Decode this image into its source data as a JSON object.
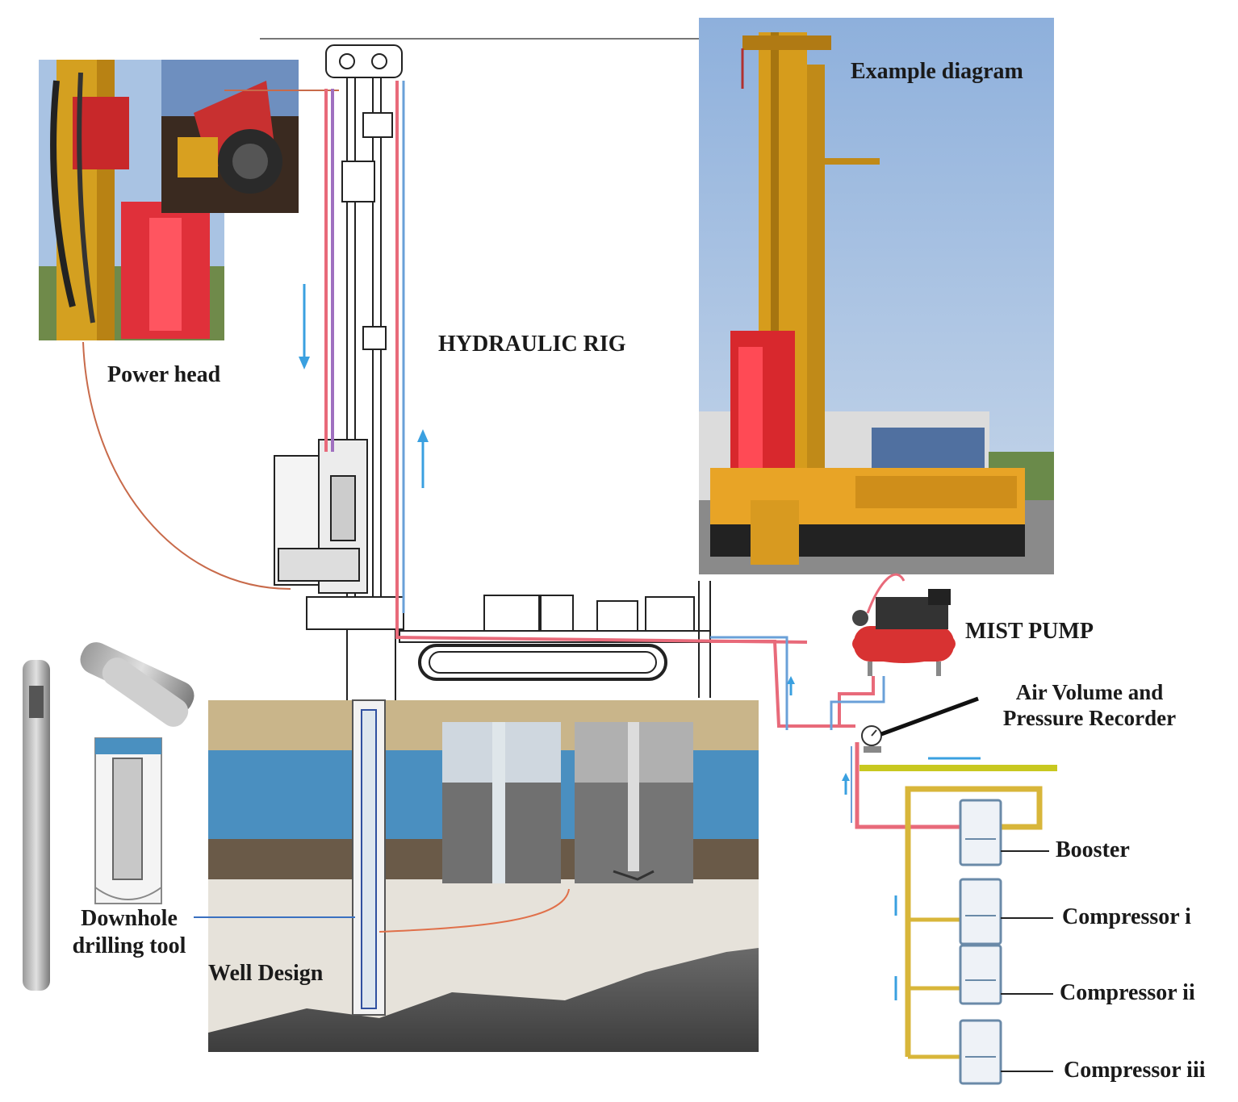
{
  "labels": {
    "power_head": "Power head",
    "hydraulic_rig": "HYDRAULIC RIG",
    "example_diagram": "Example diagram",
    "mist_pump": "MIST PUMP",
    "air_recorder_line1": "Air Volume and",
    "air_recorder_line2": "Pressure Recorder",
    "booster": "Booster",
    "compressor_1": "Compressor i",
    "compressor_2": "Compressor ii",
    "compressor_3": "Compressor iii",
    "downhole_line1": "Downhole",
    "downhole_line2": "drilling tool",
    "well_design": "Well Design"
  },
  "colors": {
    "rig_yellow": "#d9a21b",
    "rig_red": "#d8282d",
    "hose_pink": "#e86a7a",
    "hose_blue": "#6aa0d8",
    "arrow_blue": "#3aa0e0",
    "pipe_yellow": "#d8b63a",
    "sky": "#9fbde0",
    "soil_top": "#c9b58a",
    "aquifer": "#4a8fc0",
    "bedrock": "#5a5a5a"
  }
}
